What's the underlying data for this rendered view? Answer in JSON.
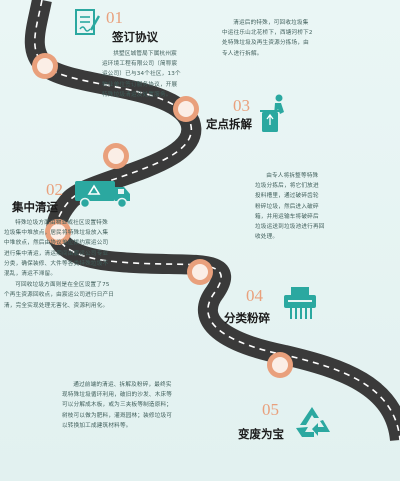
{
  "colors": {
    "accent": "#2ba8a0",
    "orange": "#e9a07c",
    "road": "#3a3a3a"
  },
  "steps": [
    {
      "num": "01",
      "title": "签订协议",
      "icon": "signed-contract-icon"
    },
    {
      "num": "03",
      "title": "定点拆解",
      "icon": "recycle-bin-icon"
    },
    {
      "num": "02",
      "title": "集中清运",
      "icon": "recycling-truck-icon"
    },
    {
      "num": "04",
      "title": "分类粉碎",
      "icon": "shredder-icon"
    },
    {
      "num": "05",
      "title": "变废为宝",
      "icon": "recycle-arrows-icon"
    }
  ],
  "texts": {
    "p1": [
      "拱墅区城管局下属杭州宸",
      "运环境工程有限公司（简称宸",
      "运公司）已与34个社区，13个",
      "物业单位签订服务协议，开展",
      "特殊垃圾清运及处置服务。"
    ],
    "p3": [
      "清运后的特殊，可回收垃圾集",
      "中运往乐山北花桥下，西塘河桥下2",
      "处特殊垃圾及再生资源分拣场，由",
      "专人进行拆解。"
    ],
    "p2a": [
      "特殊垃圾方面由物业或社区设置特殊",
      "垃圾集中堆放点，居民将特殊垃圾放入集",
      "中堆放点，然后由协议单位拨约宸运公司",
      "进行集中清运，清运期间由宸运公司专业",
      "分类，确保装修、大件等各类特殊垃圾不",
      "混乱，清运不滞留。"
    ],
    "p2b": [
      "可回收垃圾方面则是在全区设置了75",
      "个再生资源回收点，由宸运公司进行日产日",
      "清，完全实现处理无害化、资源利用化。"
    ],
    "p4": [
      "由专人将拆整等特殊",
      "垃圾分拣后，将它们放进",
      "投料槽里，通过破碎齿轮",
      "粉碎垃圾，然后进入破碎",
      "箱，并用运输车将破碎后",
      "垃圾运送到垃圾池进行再回",
      "收处理。"
    ],
    "p5": [
      "通过前端的清运、拆解及粉碎，最终实",
      "现特殊垃圾循环利用，破旧的沙发、木床等",
      "可以分解成木板，或为三夹板等制造原料；",
      "树枝可以做为肥料，灌溉园林；装修垃圾可",
      "以转换加工成建筑材料等。"
    ]
  }
}
